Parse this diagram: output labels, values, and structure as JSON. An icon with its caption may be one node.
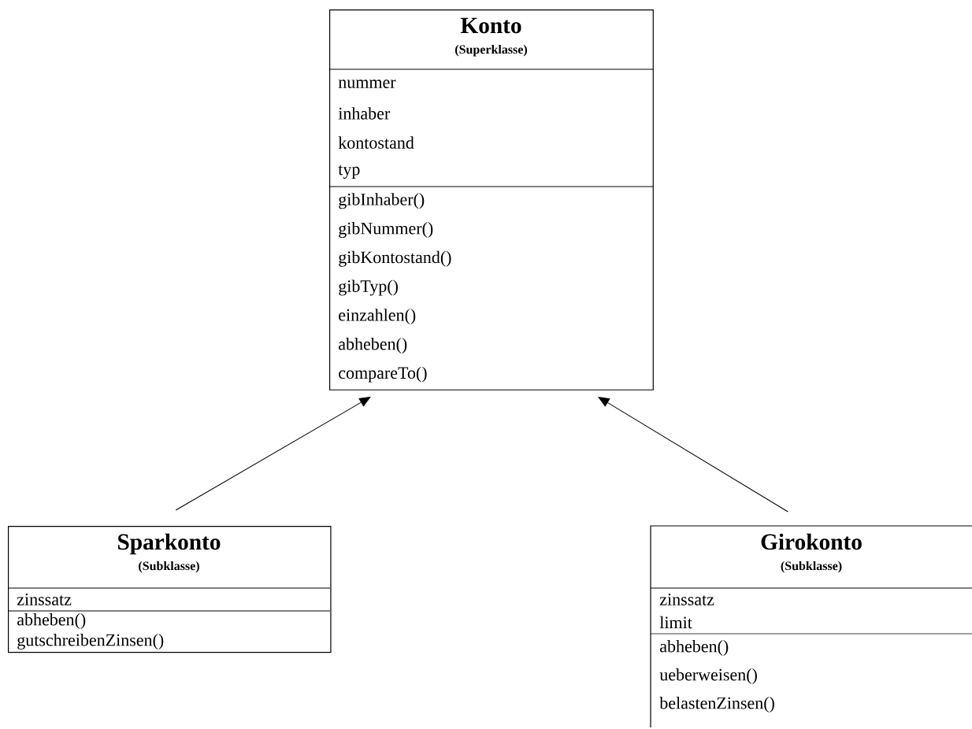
{
  "diagram": {
    "nodes": [
      {
        "text": [
          "Konto",
          "(Superklasse)",
          "nummer",
          "inhaber",
          "kontostand",
          "typ",
          "gibInhaber()",
          "gibNummer()",
          "gibKontostand()",
          "gibTyp()",
          "einzahlen()",
          "abheben()",
          "compareTo()"
        ]
      },
      {
        "text": [
          "Sparkonto",
          "(Subklasse)",
          "zinssatz",
          "abheben()",
          "gutschreibenZinsen()"
        ]
      },
      {
        "text": [
          "Girokonto",
          "(Subklasse)",
          "zinssatz",
          "limit",
          "abheben()",
          "ueberweisen()",
          "belastenZinsen()"
        ]
      }
    ],
    "edges": [
      {
        "from": 1,
        "to": 0,
        "arrow": "to"
      },
      {
        "from": 2,
        "to": 0,
        "arrow": "to"
      }
    ]
  }
}
